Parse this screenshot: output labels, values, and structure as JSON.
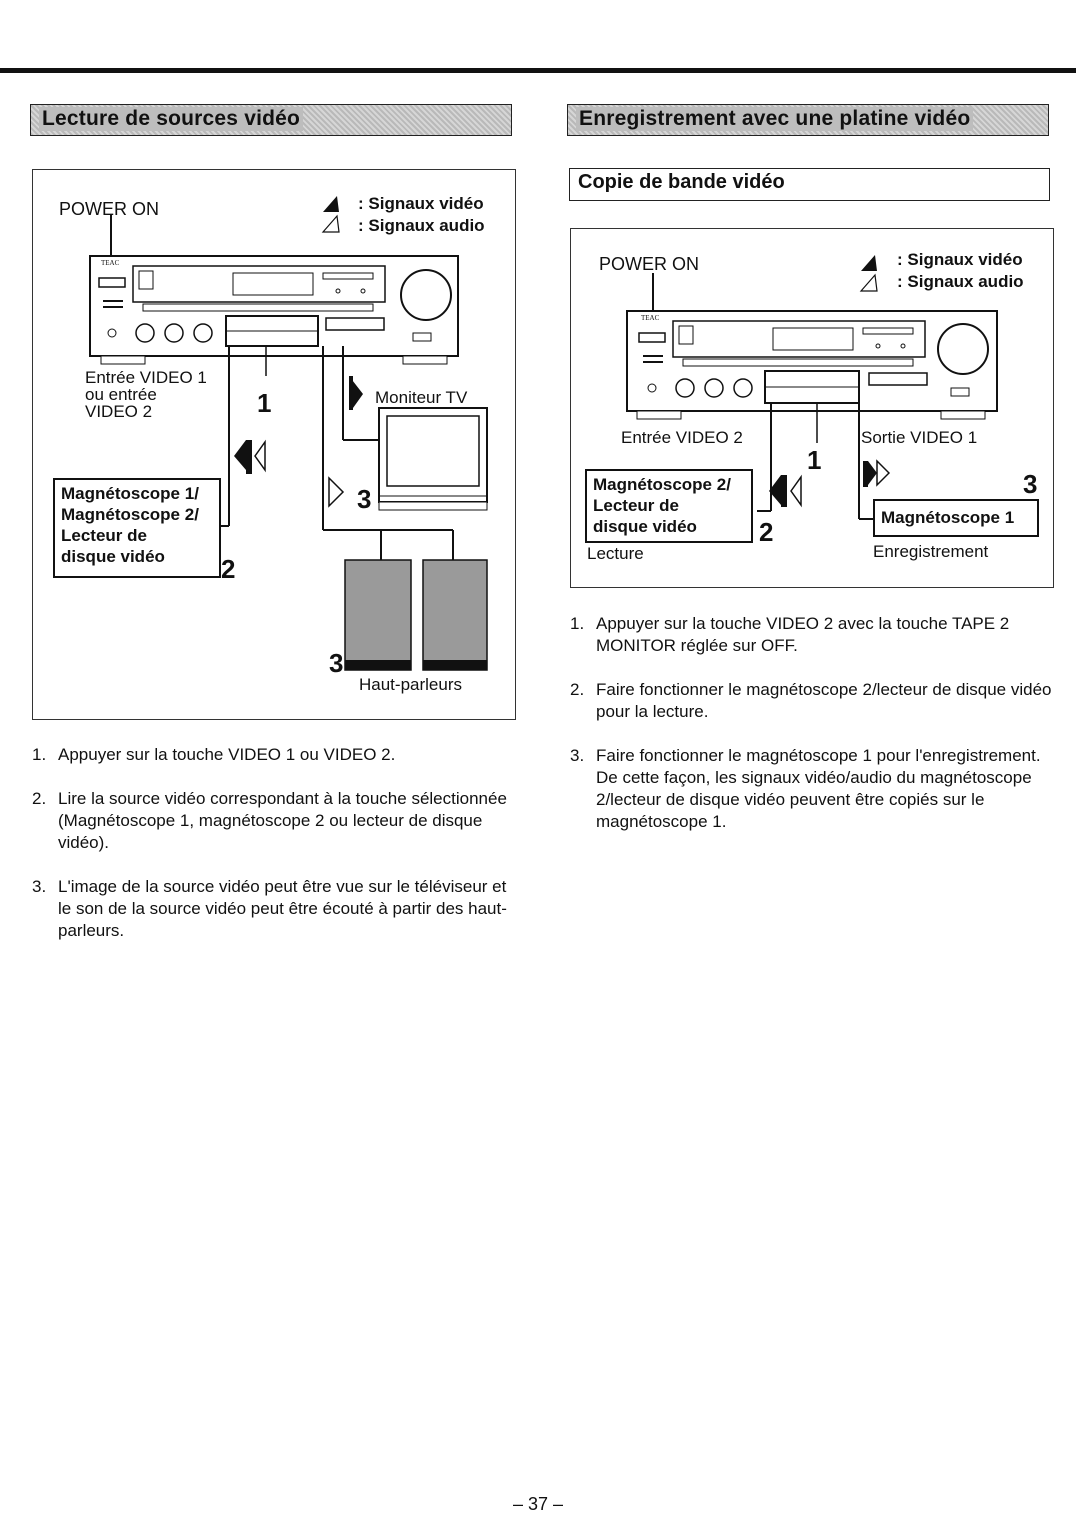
{
  "left": {
    "banner": "Lecture de sources vidéo",
    "power_on": "POWER ON",
    "brand": "TEAC",
    "legend_video": ": Signaux vidéo",
    "legend_audio": ": Signaux audio",
    "entree_label": "Entrée VIDEO 1\nou entrée\nVIDEO 2",
    "moniteur_label": "Moniteur TV",
    "source_box": "Magnétoscope 1/\nMagnétoscope 2/\nLecteur de\ndisque vidéo",
    "speakers_label": "Haut-parleurs",
    "num1": "1",
    "num2": "2",
    "num3a": "3",
    "num3b": "3",
    "steps": [
      {
        "num": "1.",
        "text": "Appuyer sur la touche VIDEO 1 ou VIDEO 2."
      },
      {
        "num": "2.",
        "text": "Lire la source vidéo correspondant à la touche sélectionnée (Magnétoscope 1, magnétoscope 2 ou lecteur de disque vidéo)."
      },
      {
        "num": "3.",
        "text": "L'image de la source vidéo peut être vue sur le téléviseur et le son de la source vidéo peut être écouté à partir des haut-parleurs."
      }
    ]
  },
  "right": {
    "banner": "Enregistrement avec une platine vidéo",
    "subhead": "Copie de bande vidéo",
    "power_on": "POWER ON",
    "brand": "TEAC",
    "legend_video": ": Signaux vidéo",
    "legend_audio": ": Signaux audio",
    "entree_label": "Entrée VIDEO 2",
    "sortie_label": "Sortie VIDEO 1",
    "source_box": "Magnétoscope 2/\nLecteur de\ndisque vidéo",
    "dest_box": "Magnétoscope 1",
    "lecture_label": "Lecture",
    "enregistrement_label": "Enregistrement",
    "num1": "1",
    "num2": "2",
    "num3": "3",
    "steps": [
      {
        "num": "1.",
        "text": "Appuyer sur la touche VIDEO 2 avec la touche TAPE 2 MONITOR réglée sur OFF."
      },
      {
        "num": "2.",
        "text": "Faire fonctionner le magnétoscope 2/lecteur de disque vidéo pour la lecture."
      },
      {
        "num": "3.",
        "text": "Faire fonctionner le magnétoscope 1 pour l'enregistrement. De cette façon, les signaux vidéo/audio du magnétoscope 2/lecteur de disque vidéo peuvent être copiés sur le magnétoscope 1."
      }
    ]
  },
  "page_number": "– 37 –"
}
